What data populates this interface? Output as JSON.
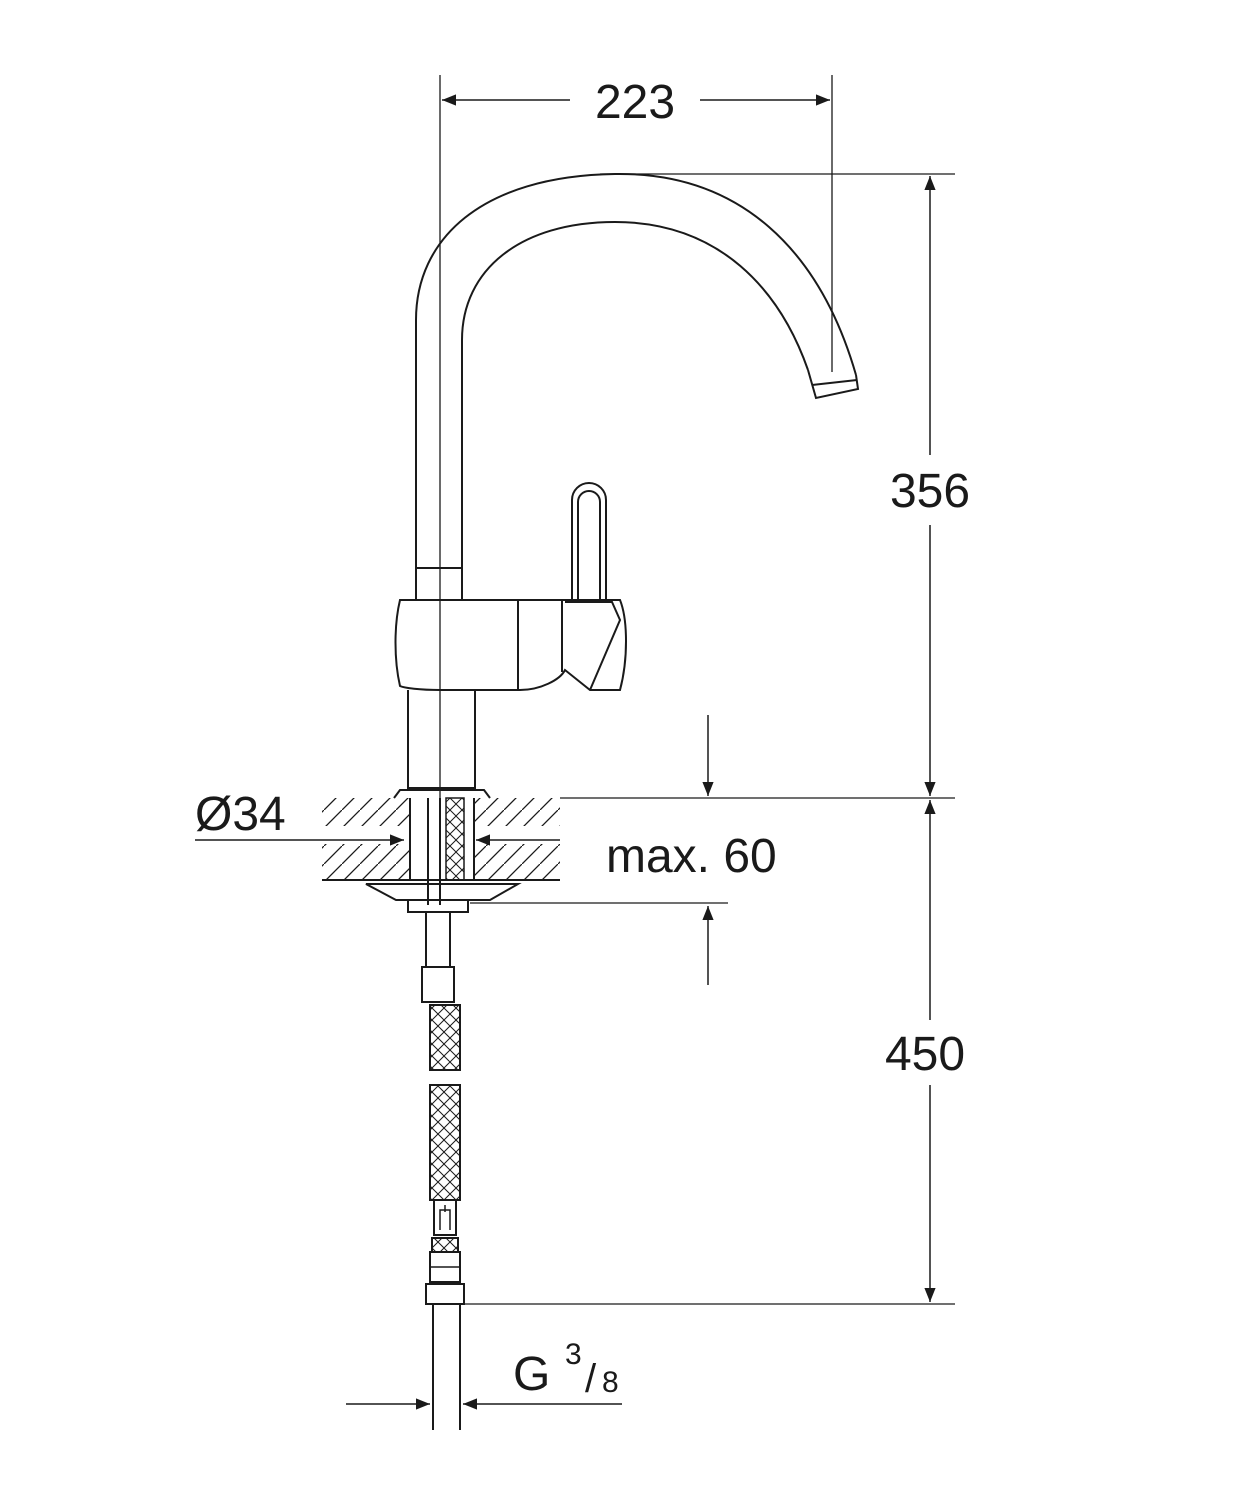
{
  "diagram": {
    "dimensions": {
      "spout_reach": "223",
      "spout_height": "356",
      "hose_length": "450",
      "hole_diameter": "Ø34",
      "max_thickness": "max. 60",
      "thread": {
        "prefix": "G",
        "numerator": "3",
        "denominator": "8"
      }
    }
  }
}
